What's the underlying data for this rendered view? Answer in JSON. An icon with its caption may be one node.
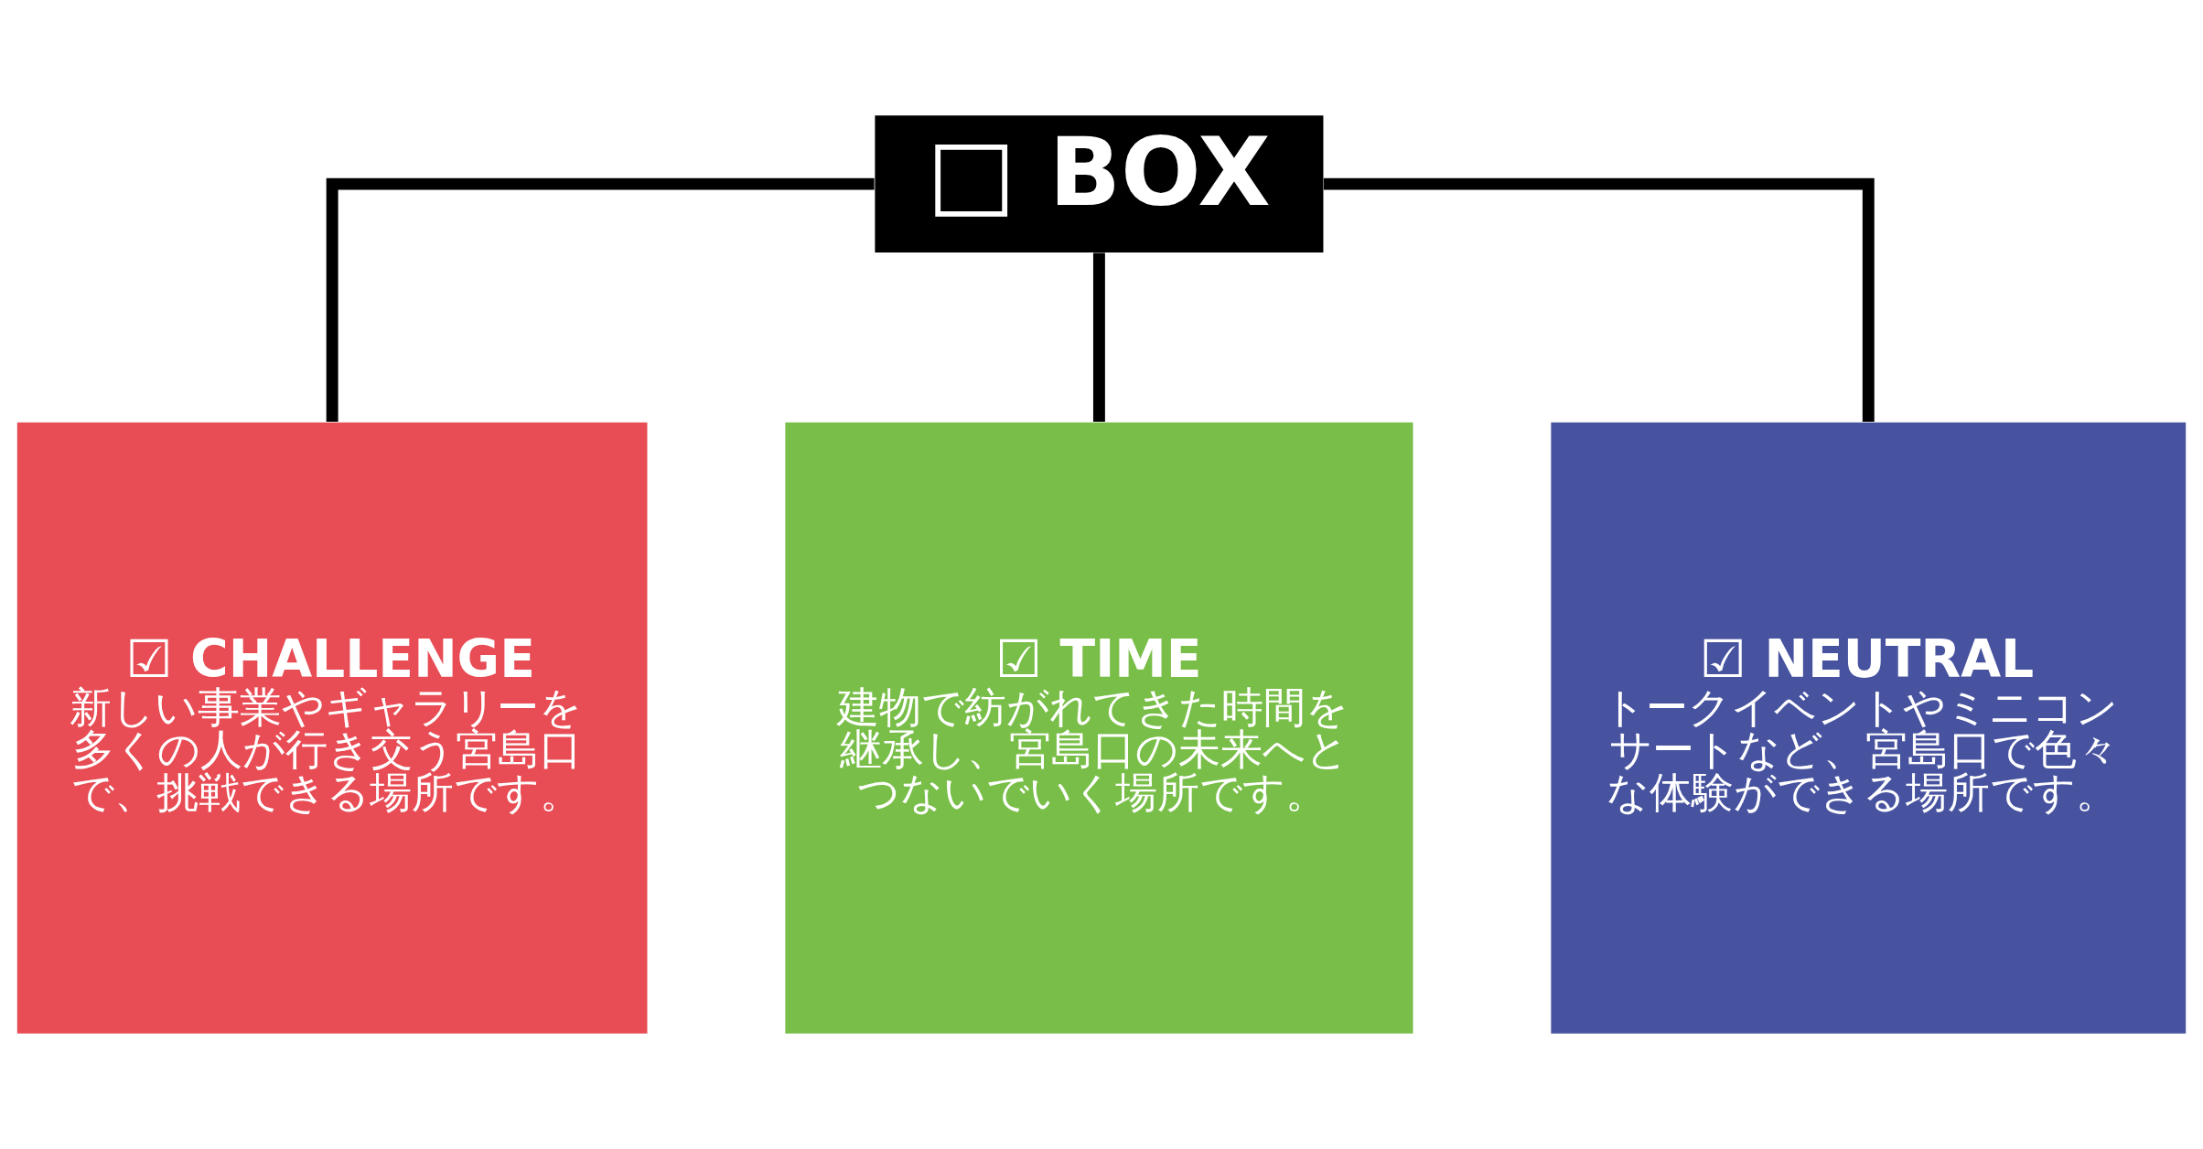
{
  "diagram": {
    "nodes": [
      {
        "text": [
          "□ BOX"
        ]
      },
      {
        "text": [
          "☑ CHALLENGE",
          "新しい事業やギャラリーを多くの人が行き交う宮島口で、挑戦できる場所です。"
        ]
      },
      {
        "text": [
          "☑ TIME",
          "建物で紡がれてきた時間を継承し、宮島口の未来へとつないでいく場所です。"
        ]
      },
      {
        "text": [
          "☑ NEUTRAL",
          "トークイベントやミニコンサートなど、宮島口で色々な体験ができる場所です。"
        ]
      }
    ],
    "edges": [
      {
        "from": 0,
        "to": 1,
        "arrow": "none"
      },
      {
        "from": 0,
        "to": 2,
        "arrow": "none"
      },
      {
        "from": 0,
        "to": 3,
        "arrow": "none"
      }
    ]
  }
}
